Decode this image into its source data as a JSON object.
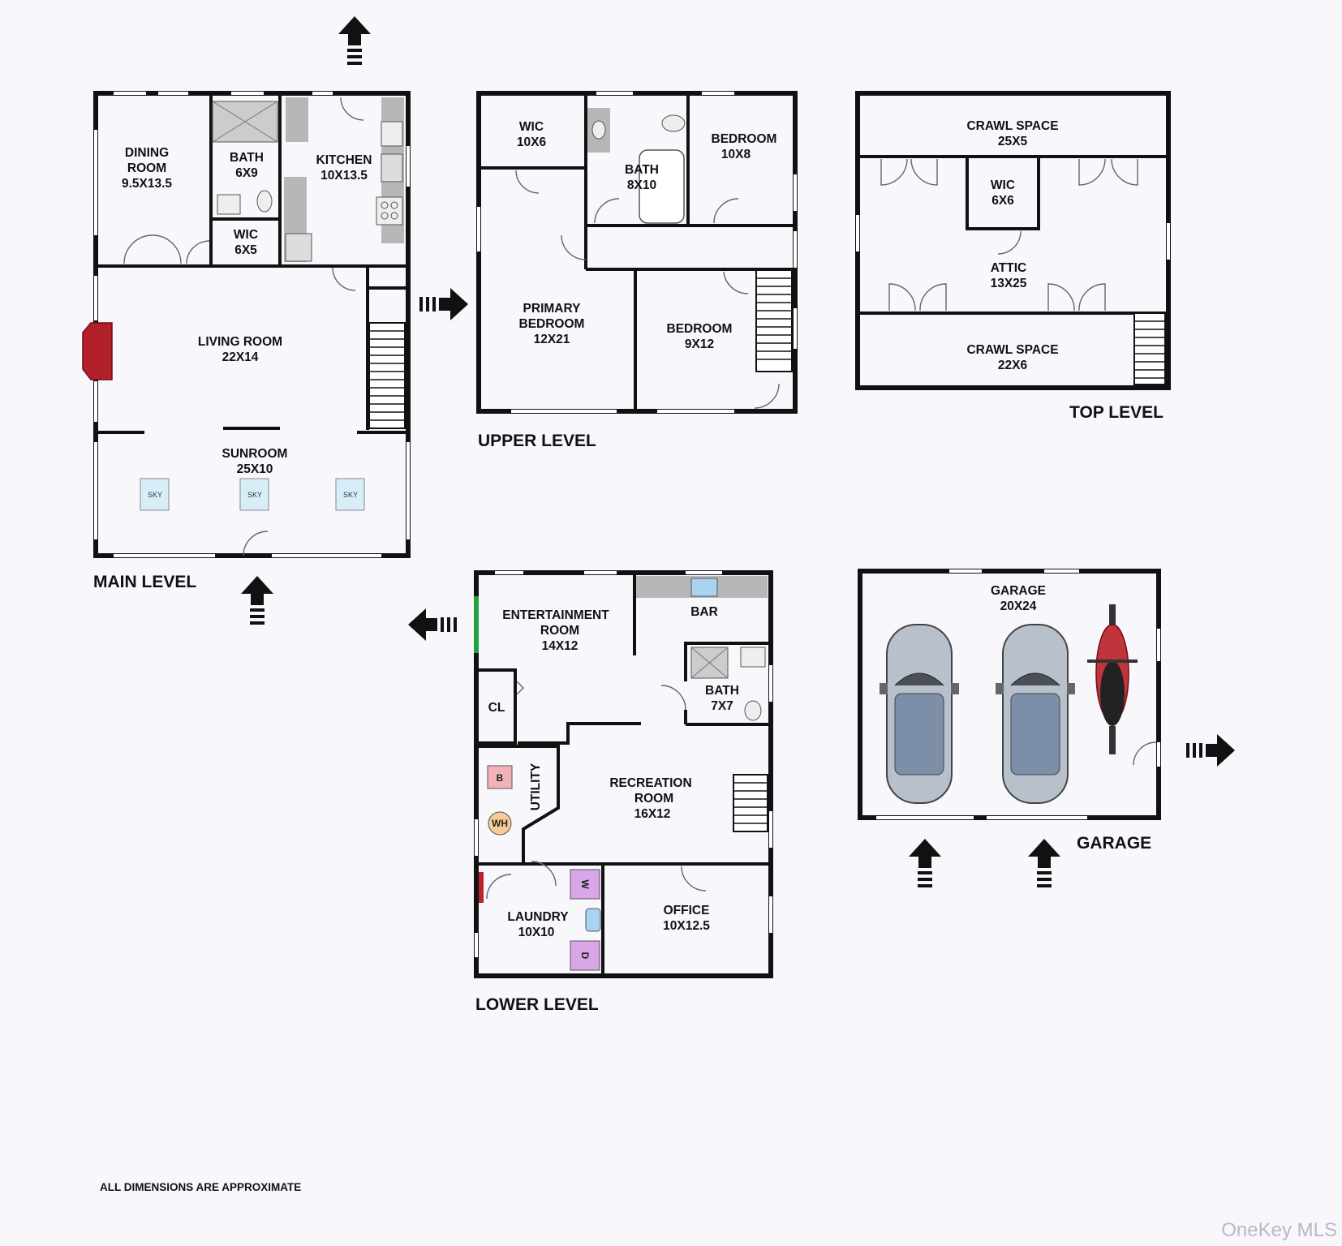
{
  "main_level": {
    "title": "MAIN LEVEL",
    "rooms": {
      "dining_name": "DINING",
      "dining_name2": "ROOM",
      "dining_size": "9.5X13.5",
      "bath_name": "BATH",
      "bath_size": "6X9",
      "kitchen_name": "KITCHEN",
      "kitchen_size": "10X13.5",
      "wic_name": "WIC",
      "wic_size": "6X5",
      "living_name": "LIVING ROOM",
      "living_size": "22X14",
      "sunroom_name": "SUNROOM",
      "sunroom_size": "25X10",
      "skylight": "SKY"
    }
  },
  "upper_level": {
    "title": "UPPER LEVEL",
    "rooms": {
      "wic_name": "WIC",
      "wic_size": "10X6",
      "bath_name": "BATH",
      "bath_size": "8X10",
      "bedroom1_name": "BEDROOM",
      "bedroom1_size": "10X8",
      "primary_name": "PRIMARY",
      "primary_name2": "BEDROOM",
      "primary_size": "12X21",
      "bedroom2_name": "BEDROOM",
      "bedroom2_size": "9X12"
    }
  },
  "top_level": {
    "title": "TOP LEVEL",
    "rooms": {
      "crawl1_name": "CRAWL SPACE",
      "crawl1_size": "25X5",
      "wic_name": "WIC",
      "wic_size": "6X6",
      "attic_name": "ATTIC",
      "attic_size": "13X25",
      "crawl2_name": "CRAWL SPACE",
      "crawl2_size": "22X6"
    }
  },
  "lower_level": {
    "title": "LOWER LEVEL",
    "rooms": {
      "ent_name": "ENTERTAINMENT",
      "ent_name2": "ROOM",
      "ent_size": "14X12",
      "bar_name": "BAR",
      "bath_name": "BATH",
      "bath_size": "7X7",
      "cl_name": "CL",
      "utility_name": "UTILITY",
      "rec_name": "RECREATION",
      "rec_name2": "ROOM",
      "rec_size": "16X12",
      "laundry_name": "LAUNDRY",
      "laundry_size": "10X10",
      "office_name": "OFFICE",
      "office_size": "10X12.5",
      "boiler": "B",
      "water_heater": "WH",
      "washer": "W",
      "dryer": "D"
    }
  },
  "garage": {
    "title": "GARAGE",
    "room_name": "GARAGE",
    "room_size": "20X24"
  },
  "footer": {
    "note": "ALL DIMENSIONS ARE APPROXIMATE",
    "watermark": "OneKey MLS"
  },
  "colors": {
    "wall": "#111111",
    "skylight": "#d7eef8",
    "fireplace": "#b3202a",
    "car": "#b8c0cc",
    "motorcycle": "#c0343c",
    "appliance": "#d9a6e8",
    "boiler": "#f2b3b8",
    "water_heater": "#f6cc94"
  }
}
